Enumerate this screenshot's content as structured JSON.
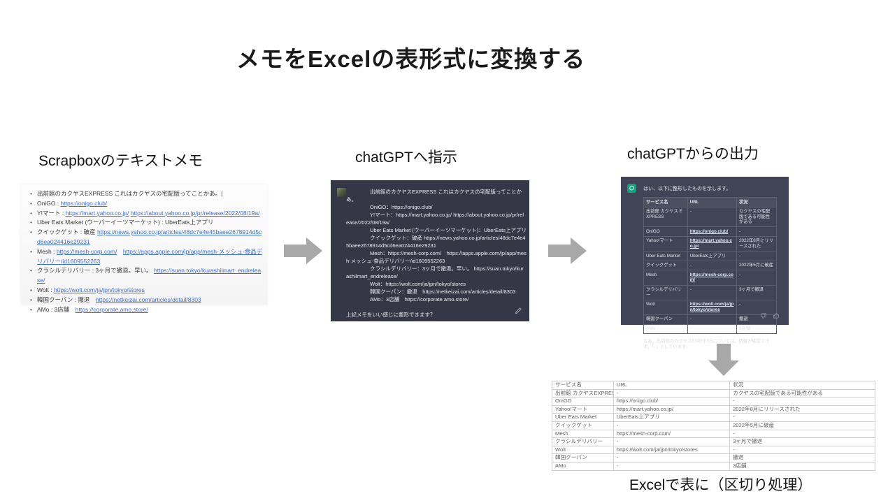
{
  "slide": {
    "title": "メモをExcelの表形式に変換する",
    "labels": {
      "scrapbox": "Scrapboxのテキストメモ",
      "chat_input": "chatGPTへ指示",
      "chat_output": "chatGPTからの出力"
    },
    "caption": "Excelで表に（区切り処理）"
  },
  "colors": {
    "arrow_gray": "#a8a8a8",
    "chat_user_bg": "#353746",
    "chat_assistant_bg": "#414456",
    "avatar_green": "#10a37f",
    "scrapbox_link_blue": "#3d6dd6"
  },
  "icons": {
    "edit": "pencil-square",
    "thumbs_down": "thumbs-down",
    "thumbs_up": "thumbs-up",
    "assistant_avatar": "chatgpt-logo",
    "user_avatar": "user-photo",
    "arrows": "block-arrow"
  },
  "scrapbox": {
    "lines": [
      [
        "出前館のカクヤスEXPRESS これはカクヤスの宅配版ってことかあ。|"
      ],
      [
        "OniGO : ",
        "https://onigo.club/"
      ],
      [
        "Y!マート : ",
        "https://mart.yahoo.co.jp/",
        " ",
        "https://about.yahoo.co.jp/pr/release/2022/08/19a/"
      ],
      [
        "Uber Eats Market (ウーバーイーツマーケット) : UberEats上アプリ"
      ],
      [
        "クイックゲット : 破産 ",
        "https://news.yahoo.co.jp/articles/48dc7e4e45baee2678914d5cd6ea024416e29231"
      ],
      [
        "Mesh : ",
        "https://mesh-corp.com/",
        "　",
        "https://apps.apple.com/jp/app/mesh-メッシュ-食品デリバリー/id1609552263"
      ],
      [
        "クラシルデリバリー : 3ヶ月で撤退。早い。 ",
        "https://suan.tokyo/kurashilmart_endrelease/"
      ],
      [
        "Wolt : ",
        "https://wolt.com/ja/jpn/tokyo/stores"
      ],
      [
        "韓国クーパン : 撤退　",
        "https://netkeizai.com/articles/detail/8303"
      ],
      [
        "AMo : 3店舗　",
        "https://corporate.amo.store/"
      ]
    ]
  },
  "chat_input": {
    "lines": [
      "出前館のカクヤスEXPRESS これはカクヤスの宅配版ってことかあ。",
      "OniGO：https://onigo.club/",
      "Y!マート：https://mart.yahoo.co.jp/ https://about.yahoo.co.jp/pr/release/2022/08/19a/",
      "Uber Eats Market (ウーバーイーツマーケット)：UberEats上アプリ",
      "クイックゲット：破産 https://news.yahoo.co.jp/articles/48dc7e4e45baee2678914d5cd6ea024416e29231",
      "Mesh：https://mesh-corp.com/　https://apps.apple.com/jp/app/mesh-メッシュ-食品デリバリー/id1609552263",
      "クラシルデリバリー：3ヶ月で撤退。早い。 https://suan.tokyo/kurashilmart_endrelease/",
      "Wolt：https://wolt.com/ja/jpn/tokyo/stores",
      "韓国クーパン：撤退　https://netkeizai.com/articles/detail/8303",
      "AMo：3店舗　https://corporate.amo.store/"
    ],
    "question": "上記メモをいい感じに整形できます？"
  },
  "chat_output": {
    "greeting": "はい、以下に整形したものを示します。",
    "headers": [
      "サービス名",
      "URL",
      "状況"
    ],
    "rows": [
      [
        "出前館 カクヤス EXPRESS",
        "-",
        "カクヤスの宅配版である可能性がある"
      ],
      [
        "OniGO",
        "https://onigo.club/",
        "-"
      ],
      [
        "Yahoo!マート",
        "https://mart.yahoo.co.jp/",
        "2022年8月にリリースされた"
      ],
      [
        "Uber Eats Market",
        "UberEats上アプリ",
        "-"
      ],
      [
        "クイックゲット",
        "-",
        "2022年5月に破産"
      ],
      [
        "Mesh",
        "https://mesh-corp.com/",
        "-"
      ],
      [
        "クラシルデリバリー",
        "-",
        "3ヶ月で撤退"
      ],
      [
        "Wolt",
        "https://wolt.com/ja/jpn/tokyo/stores",
        "-"
      ],
      [
        "韓国クーパン",
        "-",
        "撤退"
      ],
      [
        "AMo",
        "-",
        "3店舗"
      ]
    ],
    "note": "なお、出前館のカクヤスEXPRESSについては、情報が確認できず、「-」としています。"
  },
  "excel": {
    "headers": [
      "サービス名",
      "URL",
      "状況"
    ],
    "rows": [
      [
        "出前館 カクヤスEXPRESS",
        "-",
        "カクヤスの宅配版である可能性がある"
      ],
      [
        "OniGO",
        "https://onigo.club/",
        "-"
      ],
      [
        "Yahoo!マート",
        "https://mart.yahoo.co.jp/",
        "2022年8月にリリースされた"
      ],
      [
        "Uber Eats Market",
        "UberEats上アプリ",
        "-"
      ],
      [
        "クイックゲット",
        "-",
        "2022年5月に破産"
      ],
      [
        "Mesh",
        "https://mesh-corp.com/",
        "-"
      ],
      [
        "クラシルデリバリー",
        "-",
        "3ヶ月で撤退"
      ],
      [
        "Wolt",
        "https://wolt.com/ja/jpn/tokyo/stores",
        "-"
      ],
      [
        "韓国クーパン",
        "-",
        "撤退"
      ],
      [
        "AMo",
        "-",
        "3店舗"
      ]
    ]
  }
}
